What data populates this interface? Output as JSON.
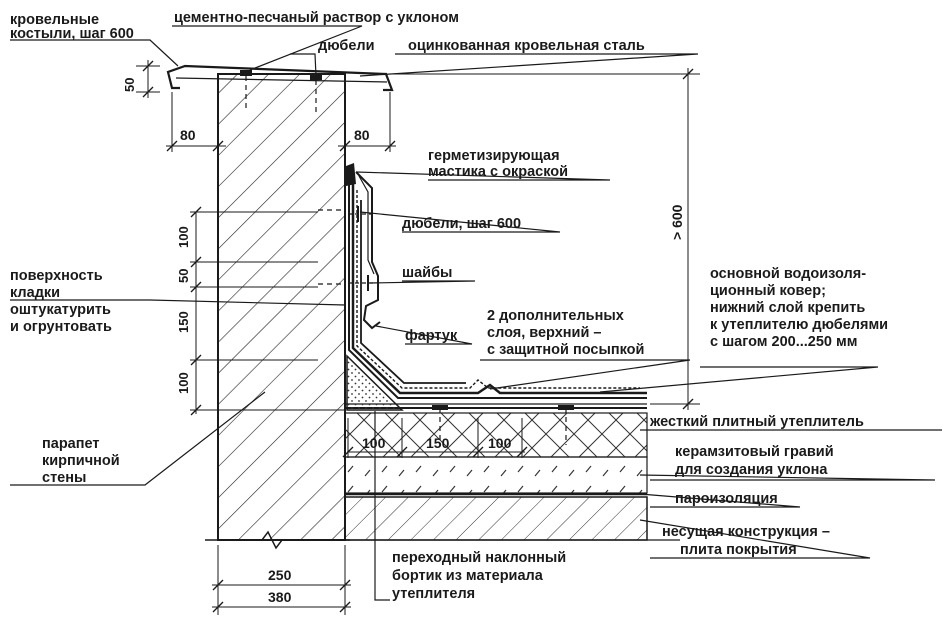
{
  "labels": {
    "roof_crutches": [
      "кровельные",
      "костыли, шаг 600"
    ],
    "cement_mortar": "цементно-песчаный раствор с уклоном",
    "dowels_top": "дюбели",
    "galvanized_steel": "оцинкованная кровельная сталь",
    "sealing_mastic": [
      "герметизирующая",
      "мастика с окраской"
    ],
    "dowels_step": "дюбели, шаг 600",
    "washers": "шайбы",
    "masonry_surface": [
      "поверхность",
      "кладки",
      "оштукатурить",
      "и огрунтовать"
    ],
    "apron": "фартук",
    "extra_layers": [
      "2 дополнительных",
      "слоя, верхний –",
      "с защитной посыпкой"
    ],
    "main_waterproofing": [
      "основной водоизоля-",
      "ционный ковер;",
      "нижний слой крепить",
      "к утеплителю дюбелями",
      "с шагом 200...250 мм"
    ],
    "rigid_insulation": "жесткий плитный утеплитель",
    "expanded_clay": [
      "керамзитовый гравий",
      "для создания уклона"
    ],
    "vapor_barrier": "пароизоляция",
    "bearing_structure": [
      "несущая конструкция –",
      "плита покрытия"
    ],
    "parapet": [
      "парапет",
      "кирпичной",
      "стены"
    ],
    "transition_curb": [
      "переходный наклонный",
      "бортик из материала",
      "утеплителя"
    ]
  },
  "dimensions": {
    "cap_height": "50",
    "overhang_left": "80",
    "overhang_right": "80",
    "min_height": "> 600",
    "vertical_chain": [
      "100",
      "50",
      "150",
      "100"
    ],
    "horizontal_chain": [
      "100",
      "150",
      "100"
    ],
    "wall_inner": "250",
    "wall_total": "380"
  }
}
